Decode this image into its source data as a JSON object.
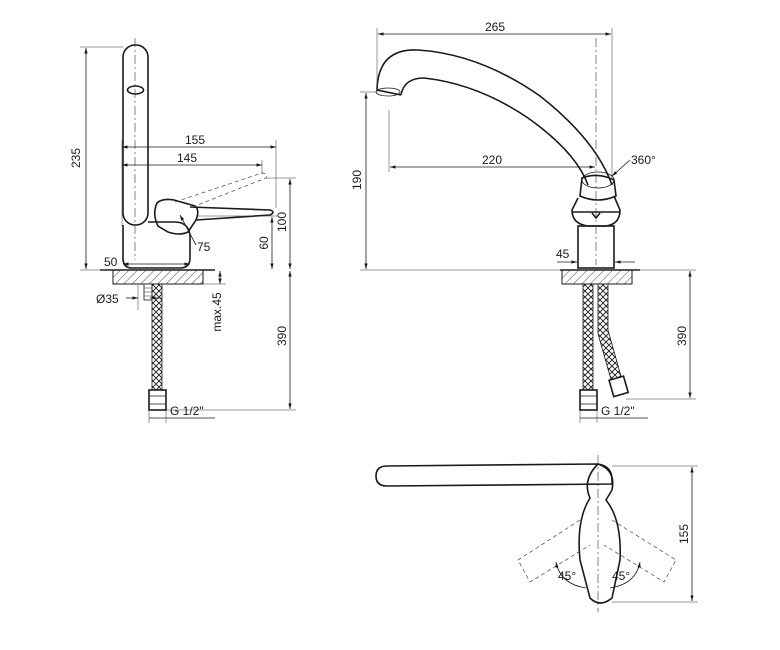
{
  "side_view": {
    "height_total": "235",
    "reach_155": "155",
    "reach_145": "145",
    "height_100": "100",
    "height_60": "60",
    "dim_75": "75",
    "dim_50": "50",
    "base_diameter": "Ø35",
    "max_thickness": "max.45",
    "hose_length": "390",
    "thread": "G 1/2\""
  },
  "front_view": {
    "width_total": "265",
    "spout_height": "190",
    "spout_reach": "220",
    "rotation": "360°",
    "body_width": "45",
    "hose_length": "390",
    "thread": "G 1/2\""
  },
  "top_view": {
    "depth": "155",
    "lever_angle_left": "45°",
    "lever_angle_right": "45°"
  }
}
